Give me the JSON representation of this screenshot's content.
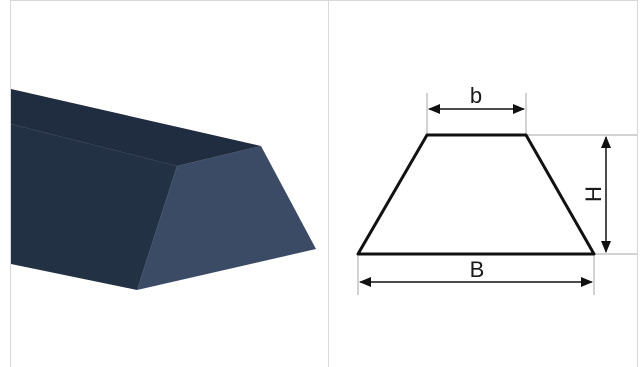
{
  "diagram": {
    "labels": {
      "top_width": "b",
      "bottom_width": "B",
      "height": "H"
    },
    "colors": {
      "prism_front": "#233145",
      "prism_top": "#202c3f",
      "prism_bevel": "#3c4b65",
      "outline": "#111111",
      "extension_line": "#a6a6a6",
      "panel_border": "#d9d9d9"
    }
  }
}
